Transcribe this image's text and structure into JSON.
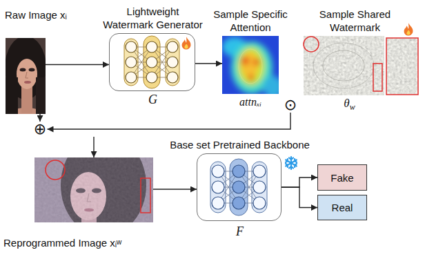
{
  "diagram": {
    "nodes": [
      {
        "text": [
          "Raw Image xᵢ"
        ]
      },
      {
        "text": [
          "Lightweight Watermark Generator",
          "G"
        ]
      },
      {
        "text": [
          "Sample Specific Attention",
          "attnₓᵢ"
        ]
      },
      {
        "text": [
          "Sample Shared Watermark",
          "θ",
          "w"
        ]
      },
      {
        "text": [
          "⊙"
        ]
      },
      {
        "text": [
          "⊕"
        ]
      },
      {
        "text": [
          "Reprogrammed Image xᵢʷ"
        ]
      },
      {
        "text": [
          "Base set Pretrained Backbone",
          "F"
        ]
      },
      {
        "text": [
          "Fake"
        ]
      },
      {
        "text": [
          "Real"
        ]
      }
    ],
    "edges": [
      {
        "from": 0,
        "to": 1,
        "arrow": "to"
      },
      {
        "from": 1,
        "to": 2,
        "arrow": "to"
      },
      {
        "from": 0,
        "to": 5,
        "arrow": "to"
      },
      {
        "from": 4,
        "to": 5,
        "arrow": "to"
      },
      {
        "from": 5,
        "to": 6,
        "arrow": "to"
      },
      {
        "from": 6,
        "to": 7,
        "arrow": "to"
      },
      {
        "from": 7,
        "to": 8,
        "arrow": "to"
      },
      {
        "from": 7,
        "to": 9,
        "arrow": "to"
      }
    ]
  }
}
